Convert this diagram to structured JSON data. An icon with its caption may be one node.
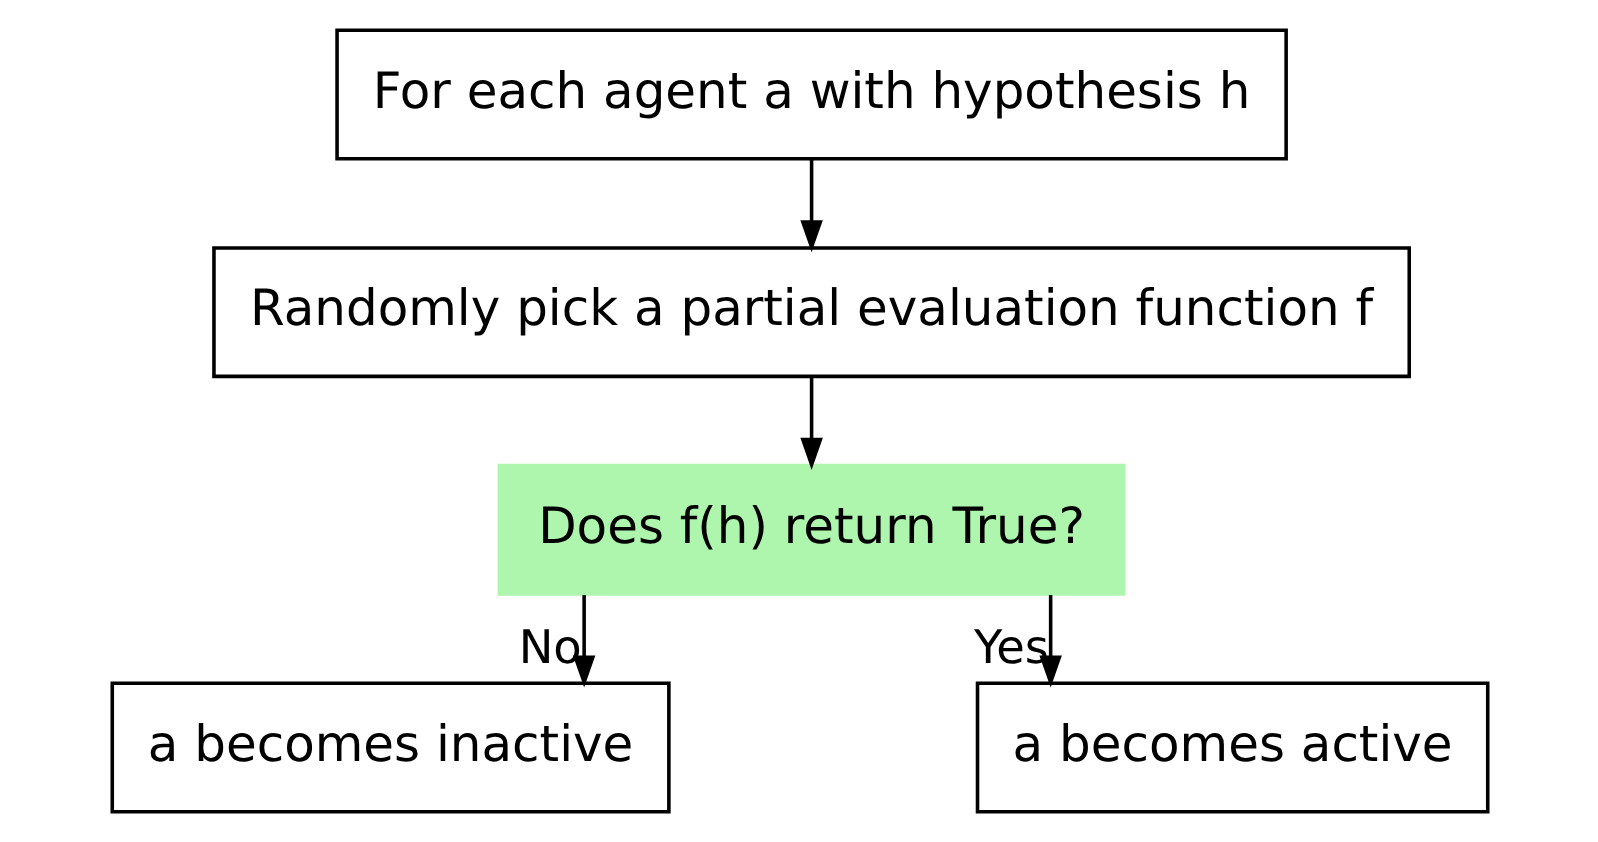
{
  "diagram": {
    "nodes": [
      {
        "text": [
          "For each agent a with hypothesis h"
        ]
      },
      {
        "text": [
          "Randomly pick a partial evaluation function f"
        ]
      },
      {
        "text": [
          "Does f(h) return True?"
        ]
      },
      {
        "text": [
          "a becomes inactive"
        ]
      },
      {
        "text": [
          "a becomes active"
        ]
      }
    ],
    "edges": [
      {
        "from": 0,
        "to": 1,
        "arrow": "to"
      },
      {
        "from": 1,
        "to": 2,
        "arrow": "to"
      },
      {
        "from": 2,
        "to": 3,
        "arrow": "to",
        "label": "No"
      },
      {
        "from": 2,
        "to": 4,
        "arrow": "to",
        "label": "Yes"
      }
    ]
  }
}
